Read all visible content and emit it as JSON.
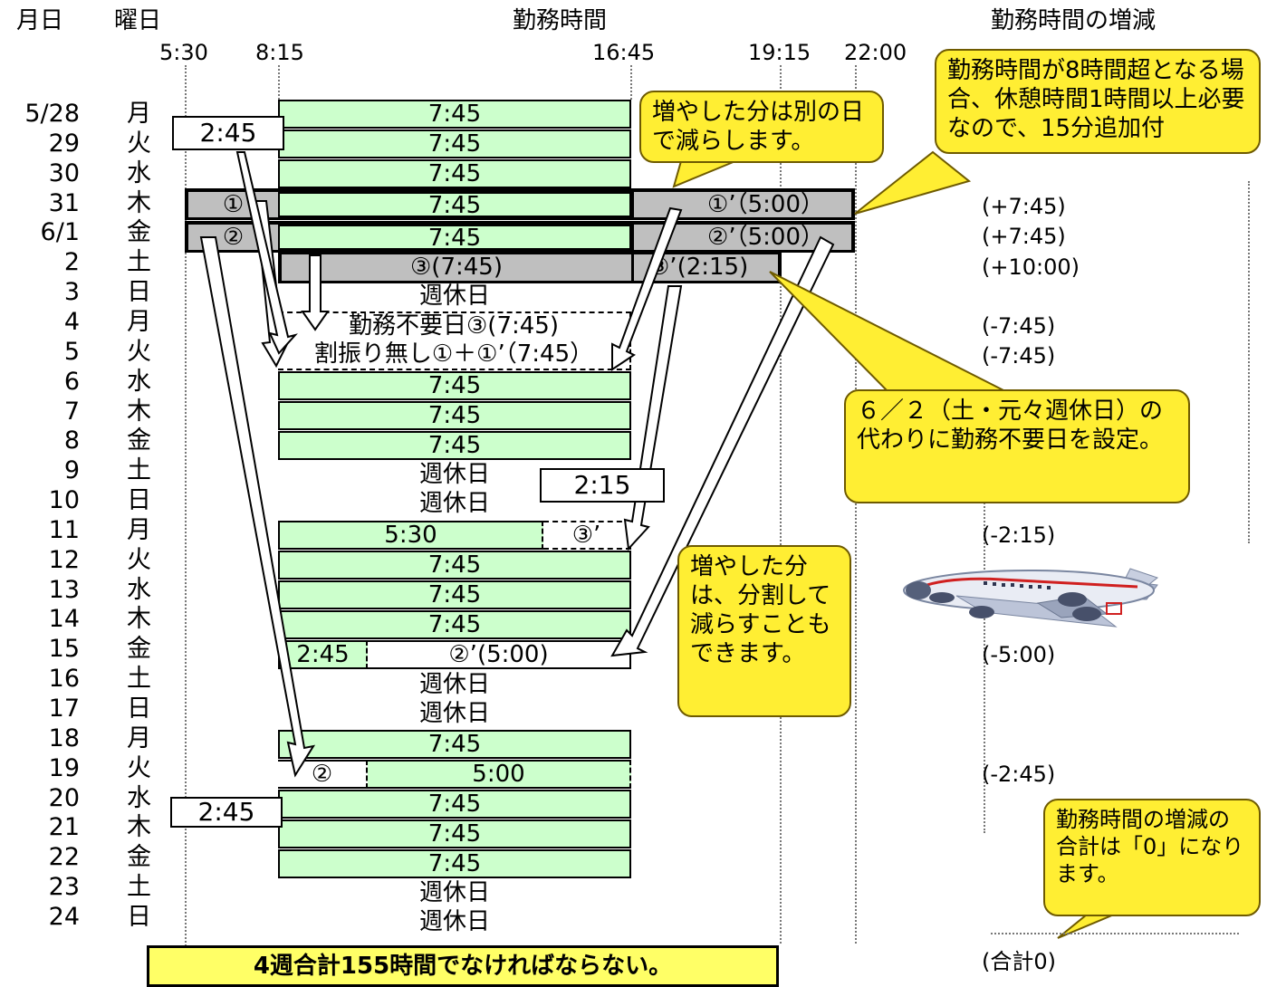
{
  "header": {
    "col_date": "月日",
    "col_weekday": "曜日",
    "col_hours": "勤務時間",
    "col_change": "勤務時間の増減"
  },
  "ticks": [
    "5:30",
    "8:15",
    "16:45",
    "19:15",
    "22:00"
  ],
  "rows": [
    {
      "date": "5/28",
      "day": "月"
    },
    {
      "date": "29",
      "day": "火"
    },
    {
      "date": "30",
      "day": "水"
    },
    {
      "date": "31",
      "day": "木"
    },
    {
      "date": "6/1",
      "day": "金"
    },
    {
      "date": "2",
      "day": "土"
    },
    {
      "date": "3",
      "day": "日"
    },
    {
      "date": "4",
      "day": "月"
    },
    {
      "date": "5",
      "day": "火"
    },
    {
      "date": "6",
      "day": "水"
    },
    {
      "date": "7",
      "day": "木"
    },
    {
      "date": "8",
      "day": "金"
    },
    {
      "date": "9",
      "day": "土"
    },
    {
      "date": "10",
      "day": "日"
    },
    {
      "date": "11",
      "day": "月"
    },
    {
      "date": "12",
      "day": "火"
    },
    {
      "date": "13",
      "day": "水"
    },
    {
      "date": "14",
      "day": "木"
    },
    {
      "date": "15",
      "day": "金"
    },
    {
      "date": "16",
      "day": "土"
    },
    {
      "date": "17",
      "day": "日"
    },
    {
      "date": "18",
      "day": "月"
    },
    {
      "date": "19",
      "day": "火"
    },
    {
      "date": "20",
      "day": "水"
    },
    {
      "date": "21",
      "day": "木"
    },
    {
      "date": "22",
      "day": "金"
    },
    {
      "date": "23",
      "day": "土"
    },
    {
      "date": "24",
      "day": "日"
    }
  ],
  "bars": {
    "standard": "7:45",
    "r31_left": "①",
    "r31_right": "①’（5:00）",
    "r1_left": "②",
    "r1_right": "②’（5:00）",
    "r2_main": "③(7:45)",
    "r2_extra": "③’(2:15)",
    "weekly_off": "週休日",
    "r4": "勤務不要日③(7:45)",
    "r5": "割振り無し①＋①’（7:45）",
    "r11_main": "5:30",
    "r11_ref": "③’",
    "r15_left": "2:45",
    "r15_right": "②’(5:00)",
    "r19_left": "②",
    "r19_right": "5:00"
  },
  "deltas": {
    "d31": "(+7:45)",
    "d1": "(+7:45)",
    "d2": "(+10:00)",
    "d4": "(-7:45)",
    "d5": "(-7:45)",
    "d11": "(-2:15)",
    "d15": "(-5:00)",
    "d19": "(-2:45)",
    "total": "(合計0)"
  },
  "boxes": {
    "top_245": "2:45",
    "mid_215": "2:15",
    "bottom_245": "2:45"
  },
  "callouts": {
    "c1": "増やした分は別の日で減らします。",
    "c2": "勤務時間が8時間超となる場合、休憩時間1時間以上必要なので、15分追加付",
    "c3": "６／２（土・元々週休日）の代わりに勤務不要日を設定。",
    "c4": "増やした分は、分割して減らすこともできます。",
    "c5": "勤務時間の増減の合計は「0」になります。"
  },
  "footer": "4週合計155時間でなければならない。",
  "colors": {
    "work": "#ccffcc",
    "extended": "#bfbfbf",
    "callout": "#ffee33",
    "footer": "#ffff66"
  },
  "icons": [
    "airplane-illustration"
  ]
}
